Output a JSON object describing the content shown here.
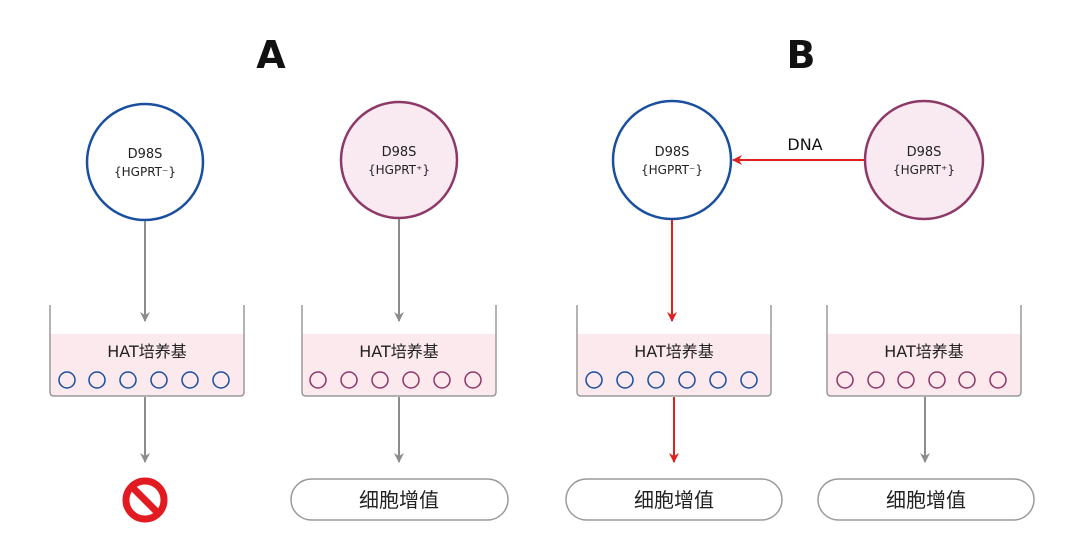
{
  "panels": {
    "a": {
      "title": "A",
      "left_cell": {
        "name": "D98S",
        "genotype": "{HGPRT⁻}"
      },
      "right_cell": {
        "name": "D98S",
        "genotype": "{HGPRT⁺}"
      },
      "left_medium": "HAT培养基",
      "right_medium": "HAT培养基",
      "left_outcome_icon": "prohibited-icon",
      "right_outcome": "细胞增值"
    },
    "b": {
      "title": "B",
      "transfer_label": "DNA",
      "left_cell": {
        "name": "D98S",
        "genotype": "{HGPRT⁻}"
      },
      "right_cell": {
        "name": "D98S",
        "genotype": "{HGPRT⁺}"
      },
      "left_medium": "HAT培养基",
      "right_medium": "HAT培养基",
      "left_outcome": "细胞增值",
      "right_outcome": "细胞增值"
    }
  },
  "colors": {
    "hgprt_minus": "#1a4fa0",
    "hgprt_plus": "#8e3868",
    "plus_fill": "#f9eaf2",
    "medium_fill": "#fbe9ed",
    "gray_arrow": "#8c8c8c",
    "red_arrow": "#e0201d",
    "prohibited": "#e21b23"
  }
}
